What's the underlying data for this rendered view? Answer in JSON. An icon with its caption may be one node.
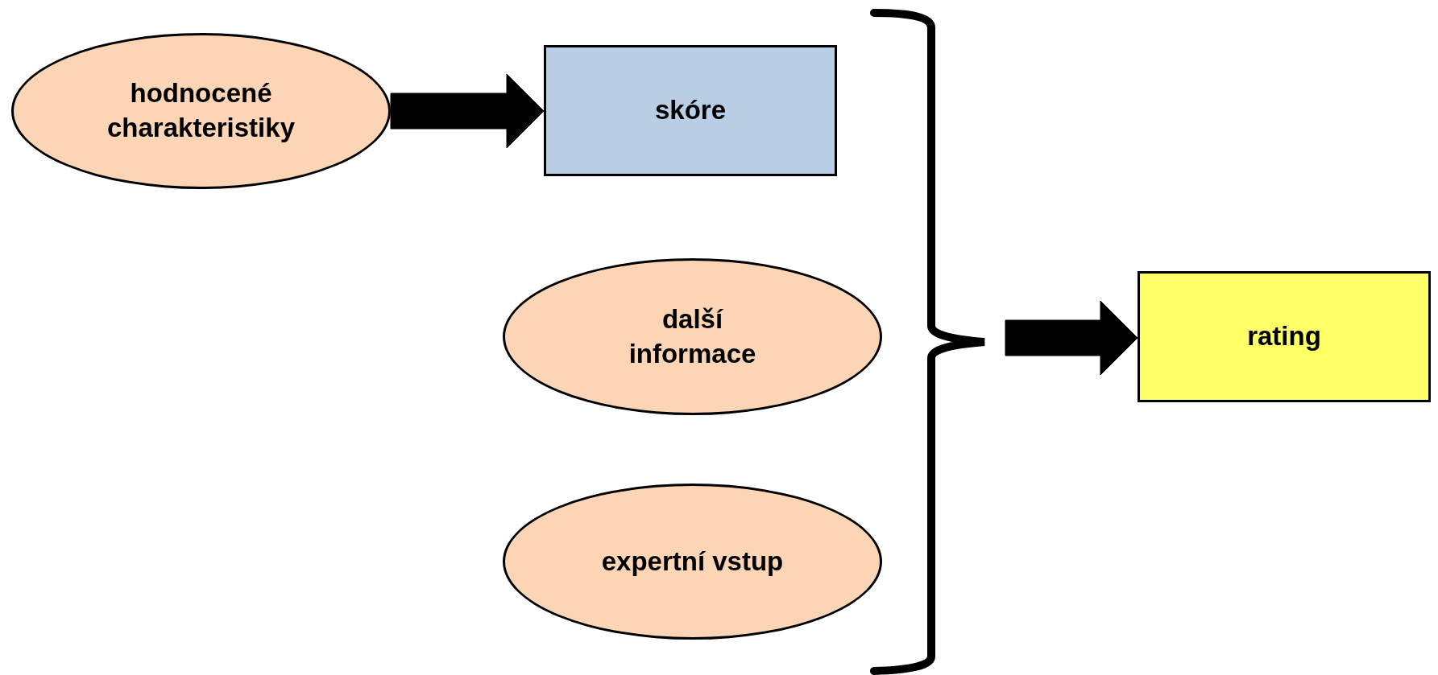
{
  "diagram": {
    "nodes": [
      {
        "text": [
          "hodnocené charakteristiky"
        ]
      },
      {
        "text": [
          "skóre"
        ]
      },
      {
        "text": [
          "další informace"
        ]
      },
      {
        "text": [
          "expertní vstup"
        ]
      },
      {
        "text": [
          "rating"
        ]
      }
    ],
    "edges": [
      {
        "from": 0,
        "to": 1,
        "arrow": "to"
      },
      {
        "from": null,
        "to": 4,
        "arrow": "to"
      }
    ]
  }
}
